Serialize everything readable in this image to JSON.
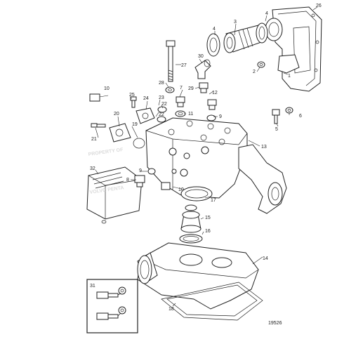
{
  "watermark": {
    "line1": "PROPERTY OF",
    "line2": "VOLVO PENTA"
  },
  "drawing_number": "19526",
  "callouts": [
    {
      "id": "c1",
      "label": "1"
    },
    {
      "id": "c2",
      "label": "2"
    },
    {
      "id": "c3",
      "label": "3"
    },
    {
      "id": "c4a",
      "label": "4"
    },
    {
      "id": "c4b",
      "label": "4"
    },
    {
      "id": "c5",
      "label": "5"
    },
    {
      "id": "c6",
      "label": "6"
    },
    {
      "id": "c7",
      "label": "7"
    },
    {
      "id": "c8",
      "label": "8"
    },
    {
      "id": "c9a",
      "label": "9"
    },
    {
      "id": "c9b",
      "label": "9"
    },
    {
      "id": "c10a",
      "label": "10"
    },
    {
      "id": "c10b",
      "label": "10"
    },
    {
      "id": "c11",
      "label": "11"
    },
    {
      "id": "c12",
      "label": "12"
    },
    {
      "id": "c13",
      "label": "13"
    },
    {
      "id": "c14",
      "label": "14"
    },
    {
      "id": "c15",
      "label": "15"
    },
    {
      "id": "c16",
      "label": "16"
    },
    {
      "id": "c17",
      "label": "17"
    },
    {
      "id": "c18",
      "label": "18"
    },
    {
      "id": "c19",
      "label": "19"
    },
    {
      "id": "c20",
      "label": "20"
    },
    {
      "id": "c21",
      "label": "21"
    },
    {
      "id": "c22a",
      "label": "22"
    },
    {
      "id": "c22b",
      "label": "22"
    },
    {
      "id": "c23",
      "label": "23"
    },
    {
      "id": "c24",
      "label": "24"
    },
    {
      "id": "c25",
      "label": "25"
    },
    {
      "id": "c26",
      "label": "26"
    },
    {
      "id": "c27",
      "label": "27"
    },
    {
      "id": "c28",
      "label": "28"
    },
    {
      "id": "c29",
      "label": "29"
    },
    {
      "id": "c30",
      "label": "30"
    },
    {
      "id": "c31",
      "label": "31"
    },
    {
      "id": "c32",
      "label": "32"
    }
  ]
}
